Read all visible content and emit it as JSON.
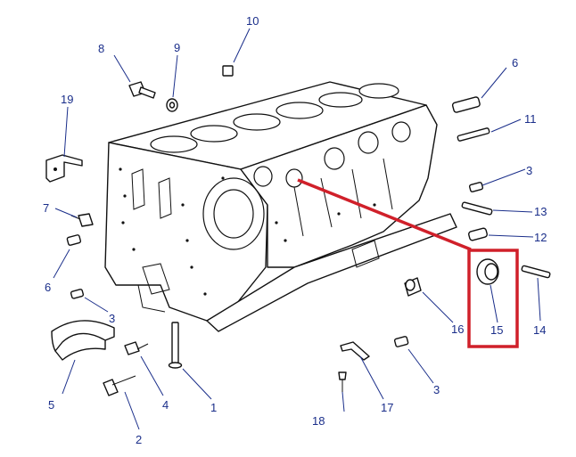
{
  "highlight_color": "#d0202a",
  "callout_color": "#1a2e8a",
  "callouts": {
    "c1": "1",
    "c2": "2",
    "c3a": "3",
    "c3b": "3",
    "c3c": "3",
    "c4": "4",
    "c5": "5",
    "c6a": "6",
    "c6b": "6",
    "c7": "7",
    "c8": "8",
    "c9": "9",
    "c10": "10",
    "c11": "11",
    "c12": "12",
    "c13": "13",
    "c14": "14",
    "c15": "15",
    "c16": "16",
    "c17": "17",
    "c18": "18",
    "c19": "19"
  }
}
